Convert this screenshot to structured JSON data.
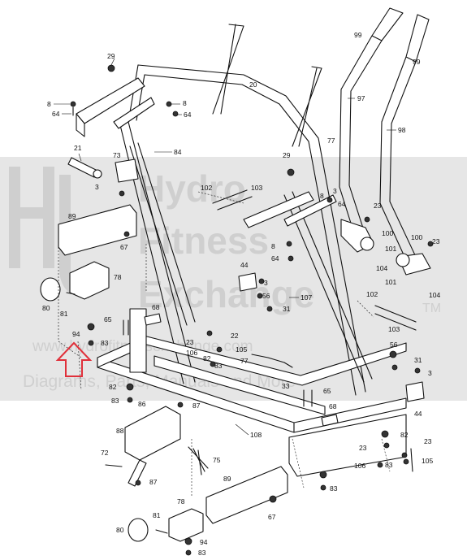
{
  "watermark": {
    "lines": [
      "Hydro",
      "Fitness",
      "Exchange"
    ],
    "tm": "TM",
    "url": "www.hydrofitnessexchange.com",
    "tagline": "Diagrams, Parts, Manuals and More"
  },
  "colors": {
    "arrow": "#e0303a",
    "band": "#e6e6e6",
    "ink": "#111111"
  },
  "labels": [
    {
      "text": "29",
      "anchor": "part-29-top"
    },
    {
      "text": "20",
      "anchor": "frame-upright"
    },
    {
      "text": "8",
      "anchor": "bolt-8-left"
    },
    {
      "text": "64",
      "anchor": "bolt-64-left"
    },
    {
      "text": "8",
      "anchor": "bolt-8-mid"
    },
    {
      "text": "64",
      "anchor": "bolt-64-mid"
    },
    {
      "text": "21",
      "anchor": "roller-21"
    },
    {
      "text": "73",
      "anchor": "part-73"
    },
    {
      "text": "3",
      "anchor": "screw-3-left"
    },
    {
      "text": "84",
      "anchor": "part-84"
    },
    {
      "text": "89",
      "anchor": "rail-89-top"
    },
    {
      "text": "67",
      "anchor": "part-67-top"
    },
    {
      "text": "78",
      "anchor": "pad-78-top"
    },
    {
      "text": "80",
      "anchor": "wheel-80-top"
    },
    {
      "text": "81",
      "anchor": "pin-81-top"
    },
    {
      "text": "65",
      "anchor": "bolt-65-left"
    },
    {
      "text": "68",
      "anchor": "plate-68-left"
    },
    {
      "text": "94",
      "anchor": "part-94-top"
    },
    {
      "text": "83",
      "anchor": "nut-83-top"
    },
    {
      "text": "99",
      "anchor": "grip-99-left"
    },
    {
      "text": "99",
      "anchor": "grip-99-right"
    },
    {
      "text": "97",
      "anchor": "arm-97"
    },
    {
      "text": "98",
      "anchor": "arm-98"
    },
    {
      "text": "77",
      "anchor": "wire-77"
    },
    {
      "text": "29",
      "anchor": "part-29-mid"
    },
    {
      "text": "102",
      "anchor": "rod-102-top"
    },
    {
      "text": "103",
      "anchor": "rod-103-top"
    },
    {
      "text": "3",
      "anchor": "screw-3-mid"
    },
    {
      "text": "8",
      "anchor": "bolt-8-right"
    },
    {
      "text": "64",
      "anchor": "bolt-64-right"
    },
    {
      "text": "23",
      "anchor": "nut-23-top"
    },
    {
      "text": "100",
      "anchor": "part-100-a"
    },
    {
      "text": "100",
      "anchor": "part-100-b"
    },
    {
      "text": "23",
      "anchor": "nut-23-right"
    },
    {
      "text": "101",
      "anchor": "hub-101-a"
    },
    {
      "text": "104",
      "anchor": "clip-104-a"
    },
    {
      "text": "101",
      "anchor": "hub-101-b"
    },
    {
      "text": "104",
      "anchor": "clip-104-b"
    },
    {
      "text": "8",
      "anchor": "bolt-8-low"
    },
    {
      "text": "64",
      "anchor": "bolt-64-low"
    },
    {
      "text": "44",
      "anchor": "bracket-44-top"
    },
    {
      "text": "3",
      "anchor": "screw-3-44"
    },
    {
      "text": "56",
      "anchor": "washer-56"
    },
    {
      "text": "31",
      "anchor": "bolt-31-mid"
    },
    {
      "text": "107",
      "anchor": "tube-107"
    },
    {
      "text": "102",
      "anchor": "rod-102-low"
    },
    {
      "text": "103",
      "anchor": "rod-103-low"
    },
    {
      "text": "23",
      "anchor": "nut-23-mid"
    },
    {
      "text": "106",
      "anchor": "part-106-mid"
    },
    {
      "text": "82",
      "anchor": "part-82-mid"
    },
    {
      "text": "22",
      "anchor": "part-22"
    },
    {
      "text": "105",
      "anchor": "bolt-105-mid"
    },
    {
      "text": "83",
      "anchor": "nut-83-mid"
    },
    {
      "text": "77",
      "anchor": "wire-77-low"
    },
    {
      "text": "56",
      "anchor": "washer-56-right"
    },
    {
      "text": "31",
      "anchor": "bolt-31-right"
    },
    {
      "text": "3",
      "anchor": "screw-3-right"
    },
    {
      "text": "33",
      "anchor": "bolt-33"
    },
    {
      "text": "65",
      "anchor": "bolt-65-right"
    },
    {
      "text": "68",
      "anchor": "plate-68-right"
    },
    {
      "text": "44",
      "anchor": "bracket-44-low"
    },
    {
      "text": "82",
      "anchor": "part-82-left"
    },
    {
      "text": "83",
      "anchor": "nut-83-left"
    },
    {
      "text": "86",
      "anchor": "part-86"
    },
    {
      "text": "87",
      "anchor": "clip-87-top"
    },
    {
      "text": "88",
      "anchor": "motor-88"
    },
    {
      "text": "108",
      "anchor": "frame-108"
    },
    {
      "text": "72",
      "anchor": "bolt-72"
    },
    {
      "text": "75",
      "anchor": "harness-75"
    },
    {
      "text": "87",
      "anchor": "clip-87-low"
    },
    {
      "text": "89",
      "anchor": "rail-89-low"
    },
    {
      "text": "67",
      "anchor": "part-67-low"
    },
    {
      "text": "78",
      "anchor": "pad-78-low"
    },
    {
      "text": "81",
      "anchor": "pin-81-low"
    },
    {
      "text": "80",
      "anchor": "wheel-80-low"
    },
    {
      "text": "94",
      "anchor": "part-94-low"
    },
    {
      "text": "83",
      "anchor": "nut-83-low"
    },
    {
      "text": "82",
      "anchor": "part-82-right"
    },
    {
      "text": "23",
      "anchor": "nut-23-low"
    },
    {
      "text": "23",
      "anchor": "nut-23-far"
    },
    {
      "text": "106",
      "anchor": "part-106-low"
    },
    {
      "text": "83",
      "anchor": "nut-83-right"
    },
    {
      "text": "105",
      "anchor": "bolt-105-low"
    },
    {
      "text": "83",
      "anchor": "nut-83-far"
    }
  ]
}
